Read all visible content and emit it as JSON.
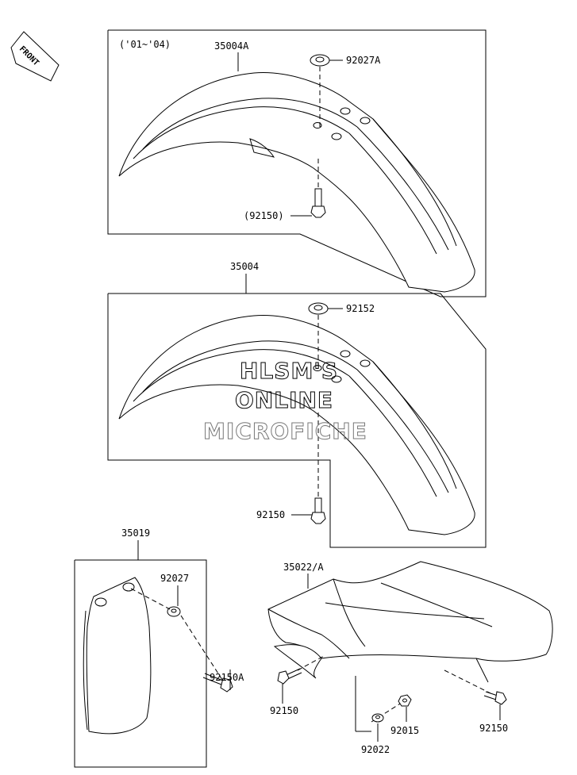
{
  "direction_label": "FRONT",
  "watermark": {
    "line1": "HLSM'S",
    "line2": "ONLINE",
    "line3": "MICROFICHE"
  },
  "groups": {
    "fender_2001_2004": {
      "year_range": "('01~'04)",
      "part_number": "35004A",
      "callouts": [
        "92027A",
        "(92150)"
      ]
    },
    "fender_standard": {
      "part_number": "35004",
      "callouts": [
        "92152",
        "92150"
      ]
    },
    "mud_flap": {
      "part_number": "35019",
      "callouts": [
        "92027",
        "92150A"
      ]
    },
    "rear_fender": {
      "part_number": "35022/A",
      "callouts": [
        "92150",
        "92015",
        "92022",
        "92150"
      ]
    }
  }
}
